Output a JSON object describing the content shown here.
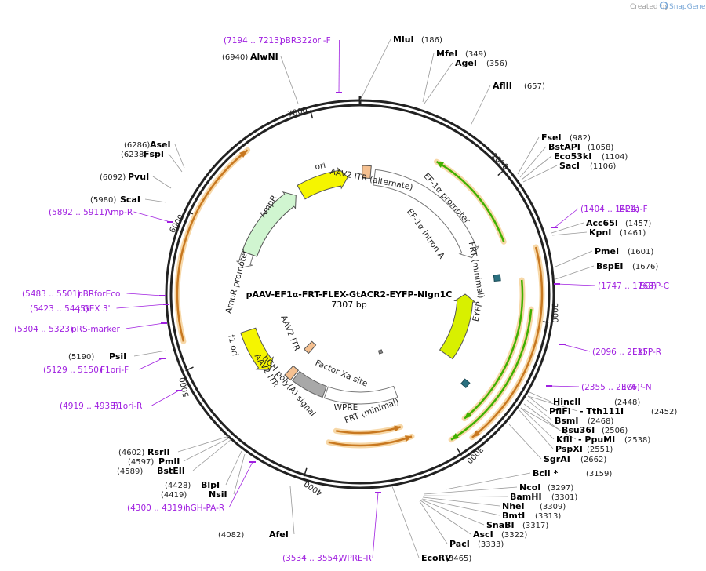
{
  "credit": "Created by",
  "app": "SnapGene",
  "plasmid": {
    "name": "pAAV-EF1α-FRT-FLEX-GtACR2-EYFP-Nlgn1C",
    "size": "7307 bp",
    "length": 7307
  },
  "ticks": [
    "1000",
    "2000",
    "3000",
    "4000",
    "5000",
    "6000",
    "7000"
  ],
  "enzymes": [
    {
      "name": "MluI",
      "pos": "(186)"
    },
    {
      "name": "MfeI",
      "pos": "(349)"
    },
    {
      "name": "AgeI",
      "pos": "(356)"
    },
    {
      "name": "AflII",
      "pos": "(657)"
    },
    {
      "name": "FseI",
      "pos": "(982)"
    },
    {
      "name": "BstAPI",
      "pos": "(1058)"
    },
    {
      "name": "Eco53kI",
      "pos": "(1104)"
    },
    {
      "name": "SacI",
      "pos": "(1106)"
    },
    {
      "name": "Acc65I",
      "pos": "(1457)"
    },
    {
      "name": "KpnI",
      "pos": "(1461)"
    },
    {
      "name": "PmeI",
      "pos": "(1601)"
    },
    {
      "name": "BspEI",
      "pos": "(1676)"
    },
    {
      "name": "HincII",
      "pos": "(2448)"
    },
    {
      "name": "PflFI",
      "pos": ""
    },
    {
      "name": "- Tth111I",
      "pos": "(2452)"
    },
    {
      "name": "BsmI",
      "pos": "(2468)"
    },
    {
      "name": "Bsu36I",
      "pos": "(2506)"
    },
    {
      "name": "KflI",
      "pos": ""
    },
    {
      "name": "- PpuMI",
      "pos": "(2538)"
    },
    {
      "name": "PspXI",
      "pos": "(2551)"
    },
    {
      "name": "SgrAI",
      "pos": "(2662)"
    },
    {
      "name": "BclI *",
      "pos": "(3159)"
    },
    {
      "name": "NcoI",
      "pos": "(3297)"
    },
    {
      "name": "BamHI",
      "pos": "(3301)"
    },
    {
      "name": "NheI",
      "pos": "(3309)"
    },
    {
      "name": "BmtI",
      "pos": "(3313)"
    },
    {
      "name": "SnaBI",
      "pos": "(3317)"
    },
    {
      "name": "AscI",
      "pos": "(3322)"
    },
    {
      "name": "PacI",
      "pos": "(3333)"
    },
    {
      "name": "EcoRV",
      "pos": "(3465)"
    },
    {
      "name": "AfeI",
      "pos": "(4082)"
    },
    {
      "name": "NsiI",
      "pos": "(4419)"
    },
    {
      "name": "BlpI",
      "pos": "(4428)"
    },
    {
      "name": "BstEII",
      "pos": "(4589)"
    },
    {
      "name": "PmlI",
      "pos": "(4597)"
    },
    {
      "name": "RsrII",
      "pos": "(4602)"
    },
    {
      "name": "PsiI",
      "pos": "(5190)"
    },
    {
      "name": "ScaI",
      "pos": "(5980)"
    },
    {
      "name": "PvuI",
      "pos": "(6092)"
    },
    {
      "name": "FspI",
      "pos": "(6238)"
    },
    {
      "name": "AseI",
      "pos": "(6286)"
    },
    {
      "name": "AlwNI",
      "pos": "(6940)"
    }
  ],
  "primers": [
    {
      "range": "(7194 .. 7213)",
      "name": "pBR322ori-F"
    },
    {
      "range": "(1404 .. 1424)",
      "name": "EF1a-F"
    },
    {
      "range": "(1747 .. 1768)",
      "name": "EGFP-C"
    },
    {
      "range": "(2096 .. 2115)",
      "name": "EXFP-R"
    },
    {
      "range": "(2355 .. 2376)",
      "name": "EGFP-N"
    },
    {
      "range": "(3534 .. 3554)",
      "name": "WPRE-R"
    },
    {
      "range": "(4300 .. 4319)",
      "name": "hGH-PA-R"
    },
    {
      "range": "(4919 .. 4938)",
      "name": "F1ori-R"
    },
    {
      "range": "(5129 .. 5150)",
      "name": "F1ori-F"
    },
    {
      "range": "(5304 .. 5323)",
      "name": "pRS-marker"
    },
    {
      "range": "(5423 .. 5445)",
      "name": "pGEX 3'"
    },
    {
      "range": "(5483 .. 5501)",
      "name": "pBRforEco"
    },
    {
      "range": "(5892 .. 5911)",
      "name": "Amp-R"
    }
  ],
  "features": [
    {
      "name": "ori"
    },
    {
      "name": "AAV2 ITR (alternate)"
    },
    {
      "name": "EF-1α promoter"
    },
    {
      "name": "EF-1α intron A"
    },
    {
      "name": "FRT (minimal)"
    },
    {
      "name": "EYFP"
    },
    {
      "name": "FRT (minimal)"
    },
    {
      "name": "WPRE"
    },
    {
      "name": "hGH poly(A) signal"
    },
    {
      "name": "AAV2 ITR"
    },
    {
      "name": "AAV2 ITR"
    },
    {
      "name": "Factor Xa site"
    },
    {
      "name": "f1 ori"
    },
    {
      "name": "AmpR promoter"
    },
    {
      "name": "AmpR"
    }
  ],
  "colors": {
    "backbone": "#222222",
    "primer": "#a020e0",
    "ori": "#f5f500",
    "itr": "#f5c090",
    "promoter": "#ffffff",
    "eyfp": "#d8f000",
    "ampr": "#d0f5d0",
    "polyA": "#a8a8a8",
    "frt": "#2a7080",
    "orf_orange": "#c87820",
    "orf_green": "#40b000"
  }
}
